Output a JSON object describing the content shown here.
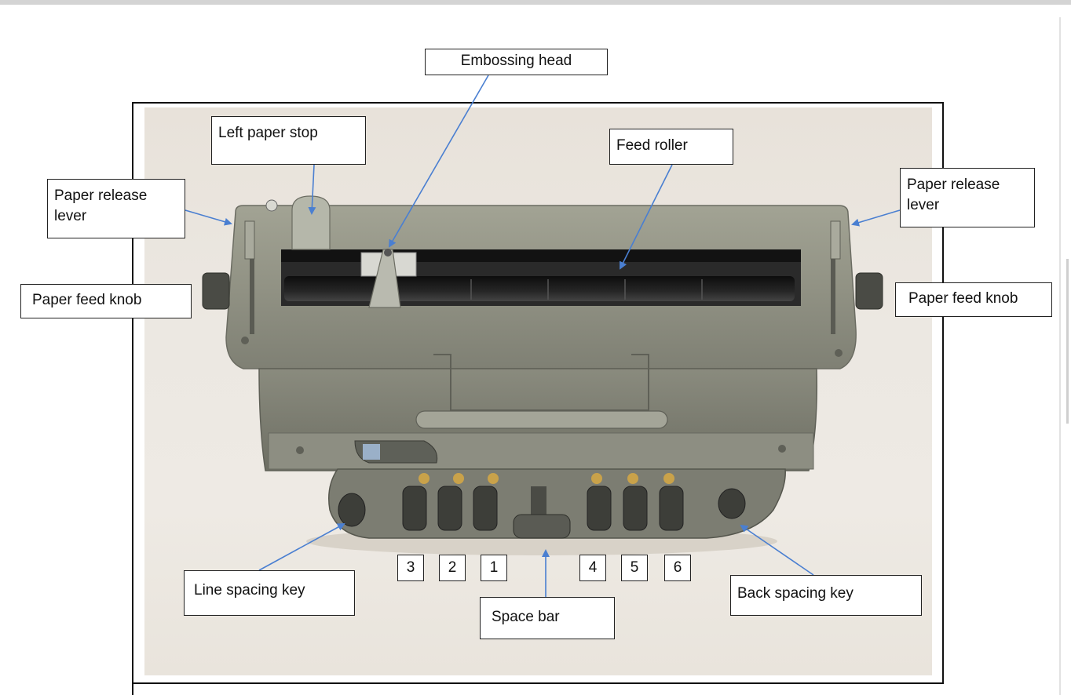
{
  "labels": {
    "embossing_head": "Embossing head",
    "left_paper_stop": "Left paper stop",
    "feed_roller": "Feed roller",
    "paper_release_lever_left": "Paper release lever",
    "paper_release_lever_right": "Paper release lever",
    "paper_feed_knob_left": "Paper feed knob",
    "paper_feed_knob_right": "Paper feed knob",
    "line_spacing_key": "Line spacing key",
    "space_bar": "Space bar",
    "back_spacing_key": "Back spacing key"
  },
  "dot_keys_left": [
    "3",
    "2",
    "1"
  ],
  "dot_keys_right": [
    "4",
    "5",
    "6"
  ],
  "colors": {
    "arrow": "#4a7fd1",
    "body_metal": "#8f8f80",
    "roller_black": "#1b1b1b",
    "label_border": "#222222"
  }
}
